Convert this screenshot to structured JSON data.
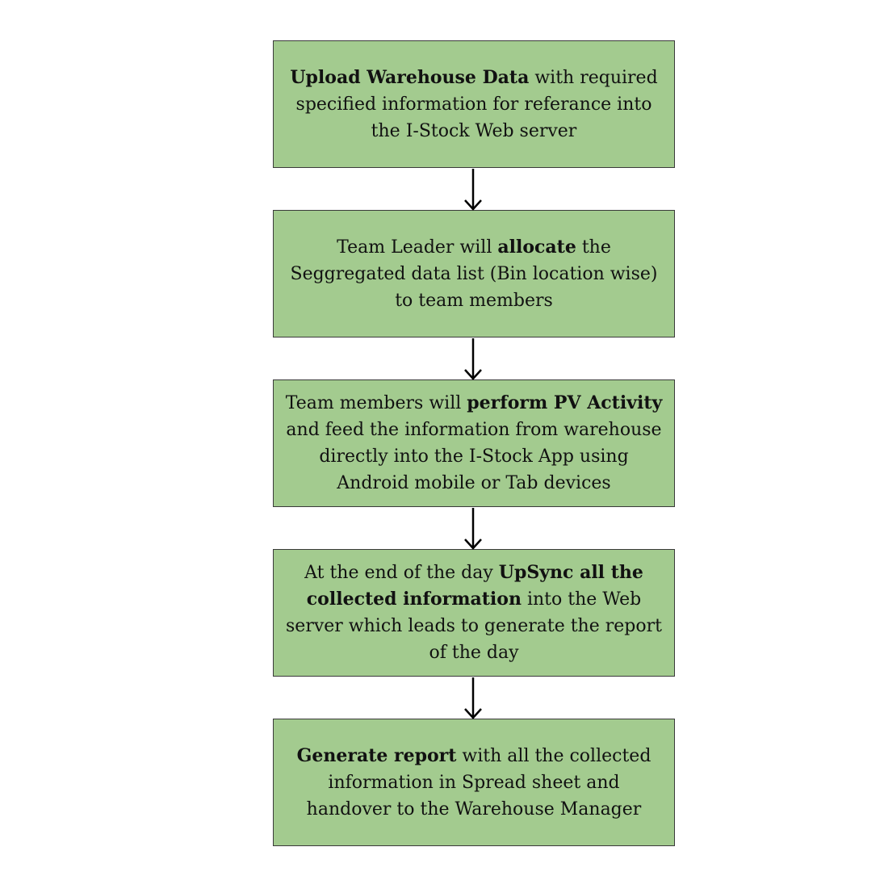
{
  "steps": [
    {
      "id": "upload-warehouse-data",
      "parts": [
        {
          "text": "Upload Warehouse Data",
          "bold": true
        },
        {
          "text": " with required specified information for referance into the I-Stock Web server",
          "bold": false
        }
      ]
    },
    {
      "id": "allocate-data-list",
      "parts": [
        {
          "text": "Team Leader will ",
          "bold": false
        },
        {
          "text": "allocate",
          "bold": true
        },
        {
          "text": " the Seggregated data list (Bin location wise) to team members",
          "bold": false
        }
      ]
    },
    {
      "id": "perform-pv-activity",
      "parts": [
        {
          "text": "Team members will ",
          "bold": false
        },
        {
          "text": "perform PV Activity",
          "bold": true
        },
        {
          "text": " and feed the information from warehouse directly into the I-Stock App using Android mobile or Tab devices",
          "bold": false
        }
      ]
    },
    {
      "id": "upsync-information",
      "parts": [
        {
          "text": "At the end of the day ",
          "bold": false
        },
        {
          "text": "UpSync all the collected information",
          "bold": true
        },
        {
          "text": " into the Web server which leads to generate the report of the day",
          "bold": false
        }
      ]
    },
    {
      "id": "generate-report",
      "parts": [
        {
          "text": "Generate report",
          "bold": true
        },
        {
          "text": " with all the collected information in Spread sheet and handover to the Warehouse Manager",
          "bold": false
        }
      ]
    }
  ],
  "colors": {
    "box_fill": "#a3cb8f",
    "box_border": "#3a3a3a",
    "arrow": "#000000",
    "text": "#111111"
  }
}
